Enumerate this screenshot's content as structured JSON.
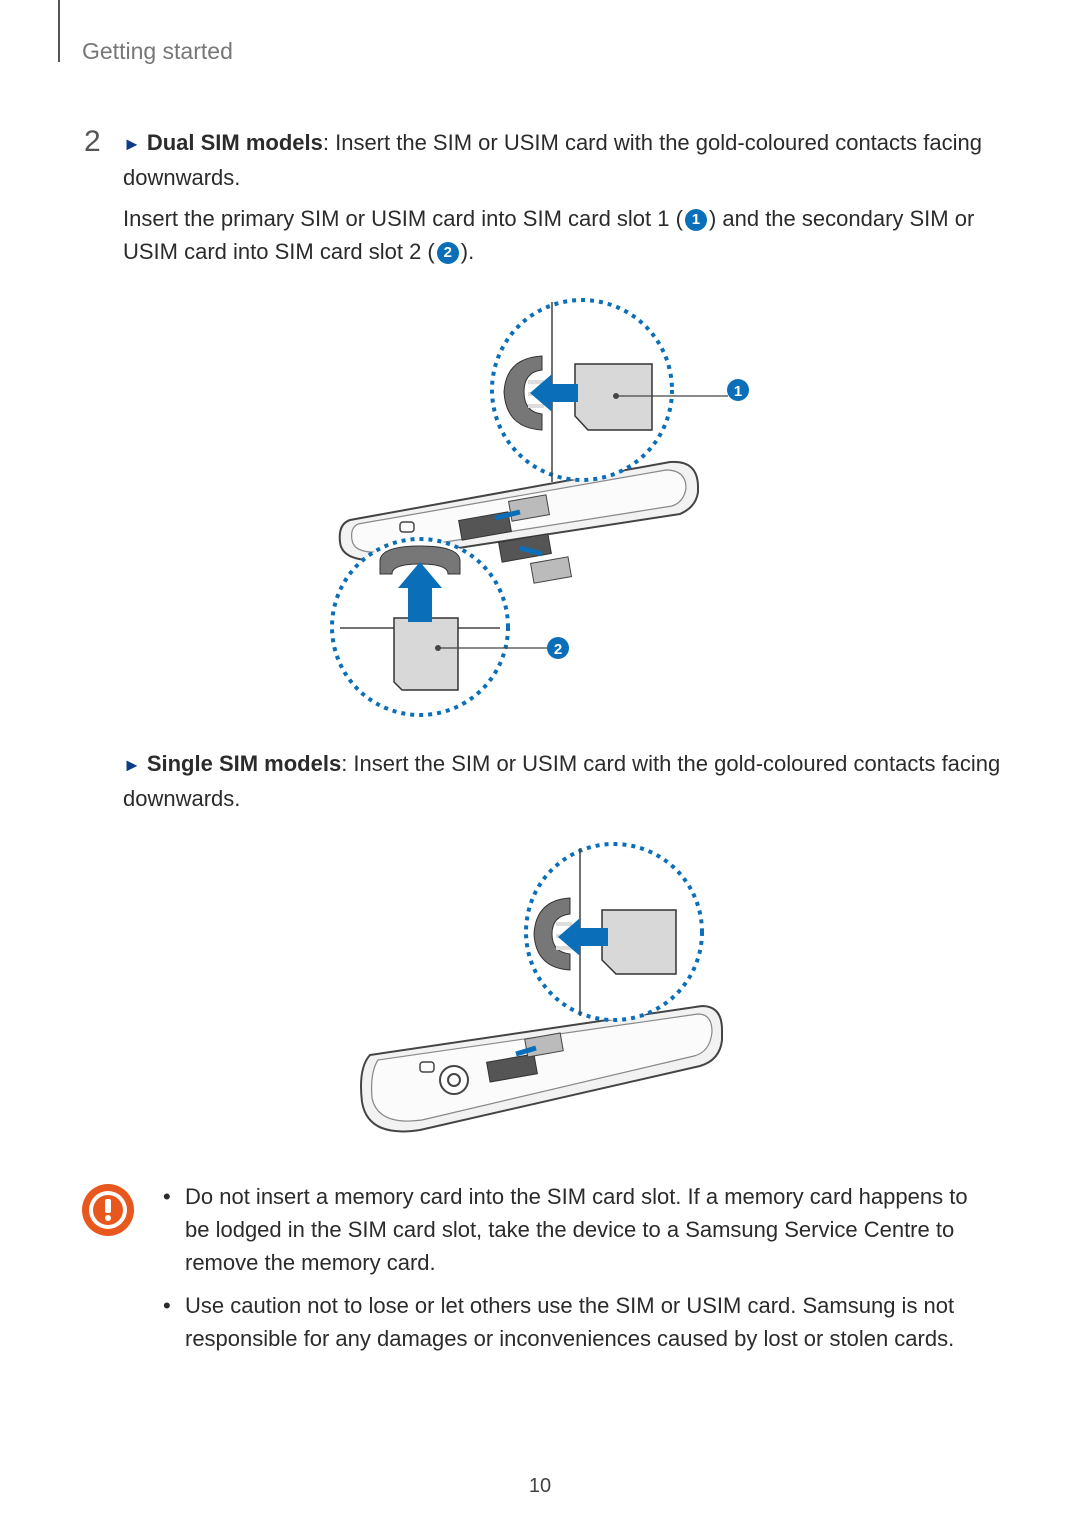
{
  "header": {
    "section_title": "Getting started"
  },
  "step": {
    "number": "2",
    "dual_label": "Dual SIM models",
    "dual_text": ": Insert the SIM or USIM card with the gold-coloured contacts facing downwards.",
    "slots_text_a": "Insert the primary SIM or USIM card into SIM card slot 1 (",
    "slots_text_b": ") and the secondary SIM or USIM card into SIM card slot 2 (",
    "slots_text_c": ").",
    "badge_1": "1",
    "badge_2": "2",
    "single_label": "Single SIM models",
    "single_text": ": Insert the SIM or USIM card with the gold-coloured contacts facing downwards."
  },
  "figure1": {
    "callout_1": "1",
    "callout_2": "2"
  },
  "notes": [
    "Do not insert a memory card into the SIM card slot. If a memory card happens to be lodged in the SIM card slot, take the device to a Samsung Service Centre to remove the memory card.",
    "Use caution not to lose or let others use the SIM or USIM card. Samsung is not responsible for any damages or inconveniences caused by lost or stolen cards."
  ],
  "bullet_char": "•",
  "triangle_char": "►",
  "page_number": "10",
  "colors": {
    "accent_blue": "#0a6fb8",
    "caution_orange": "#e8571e"
  }
}
